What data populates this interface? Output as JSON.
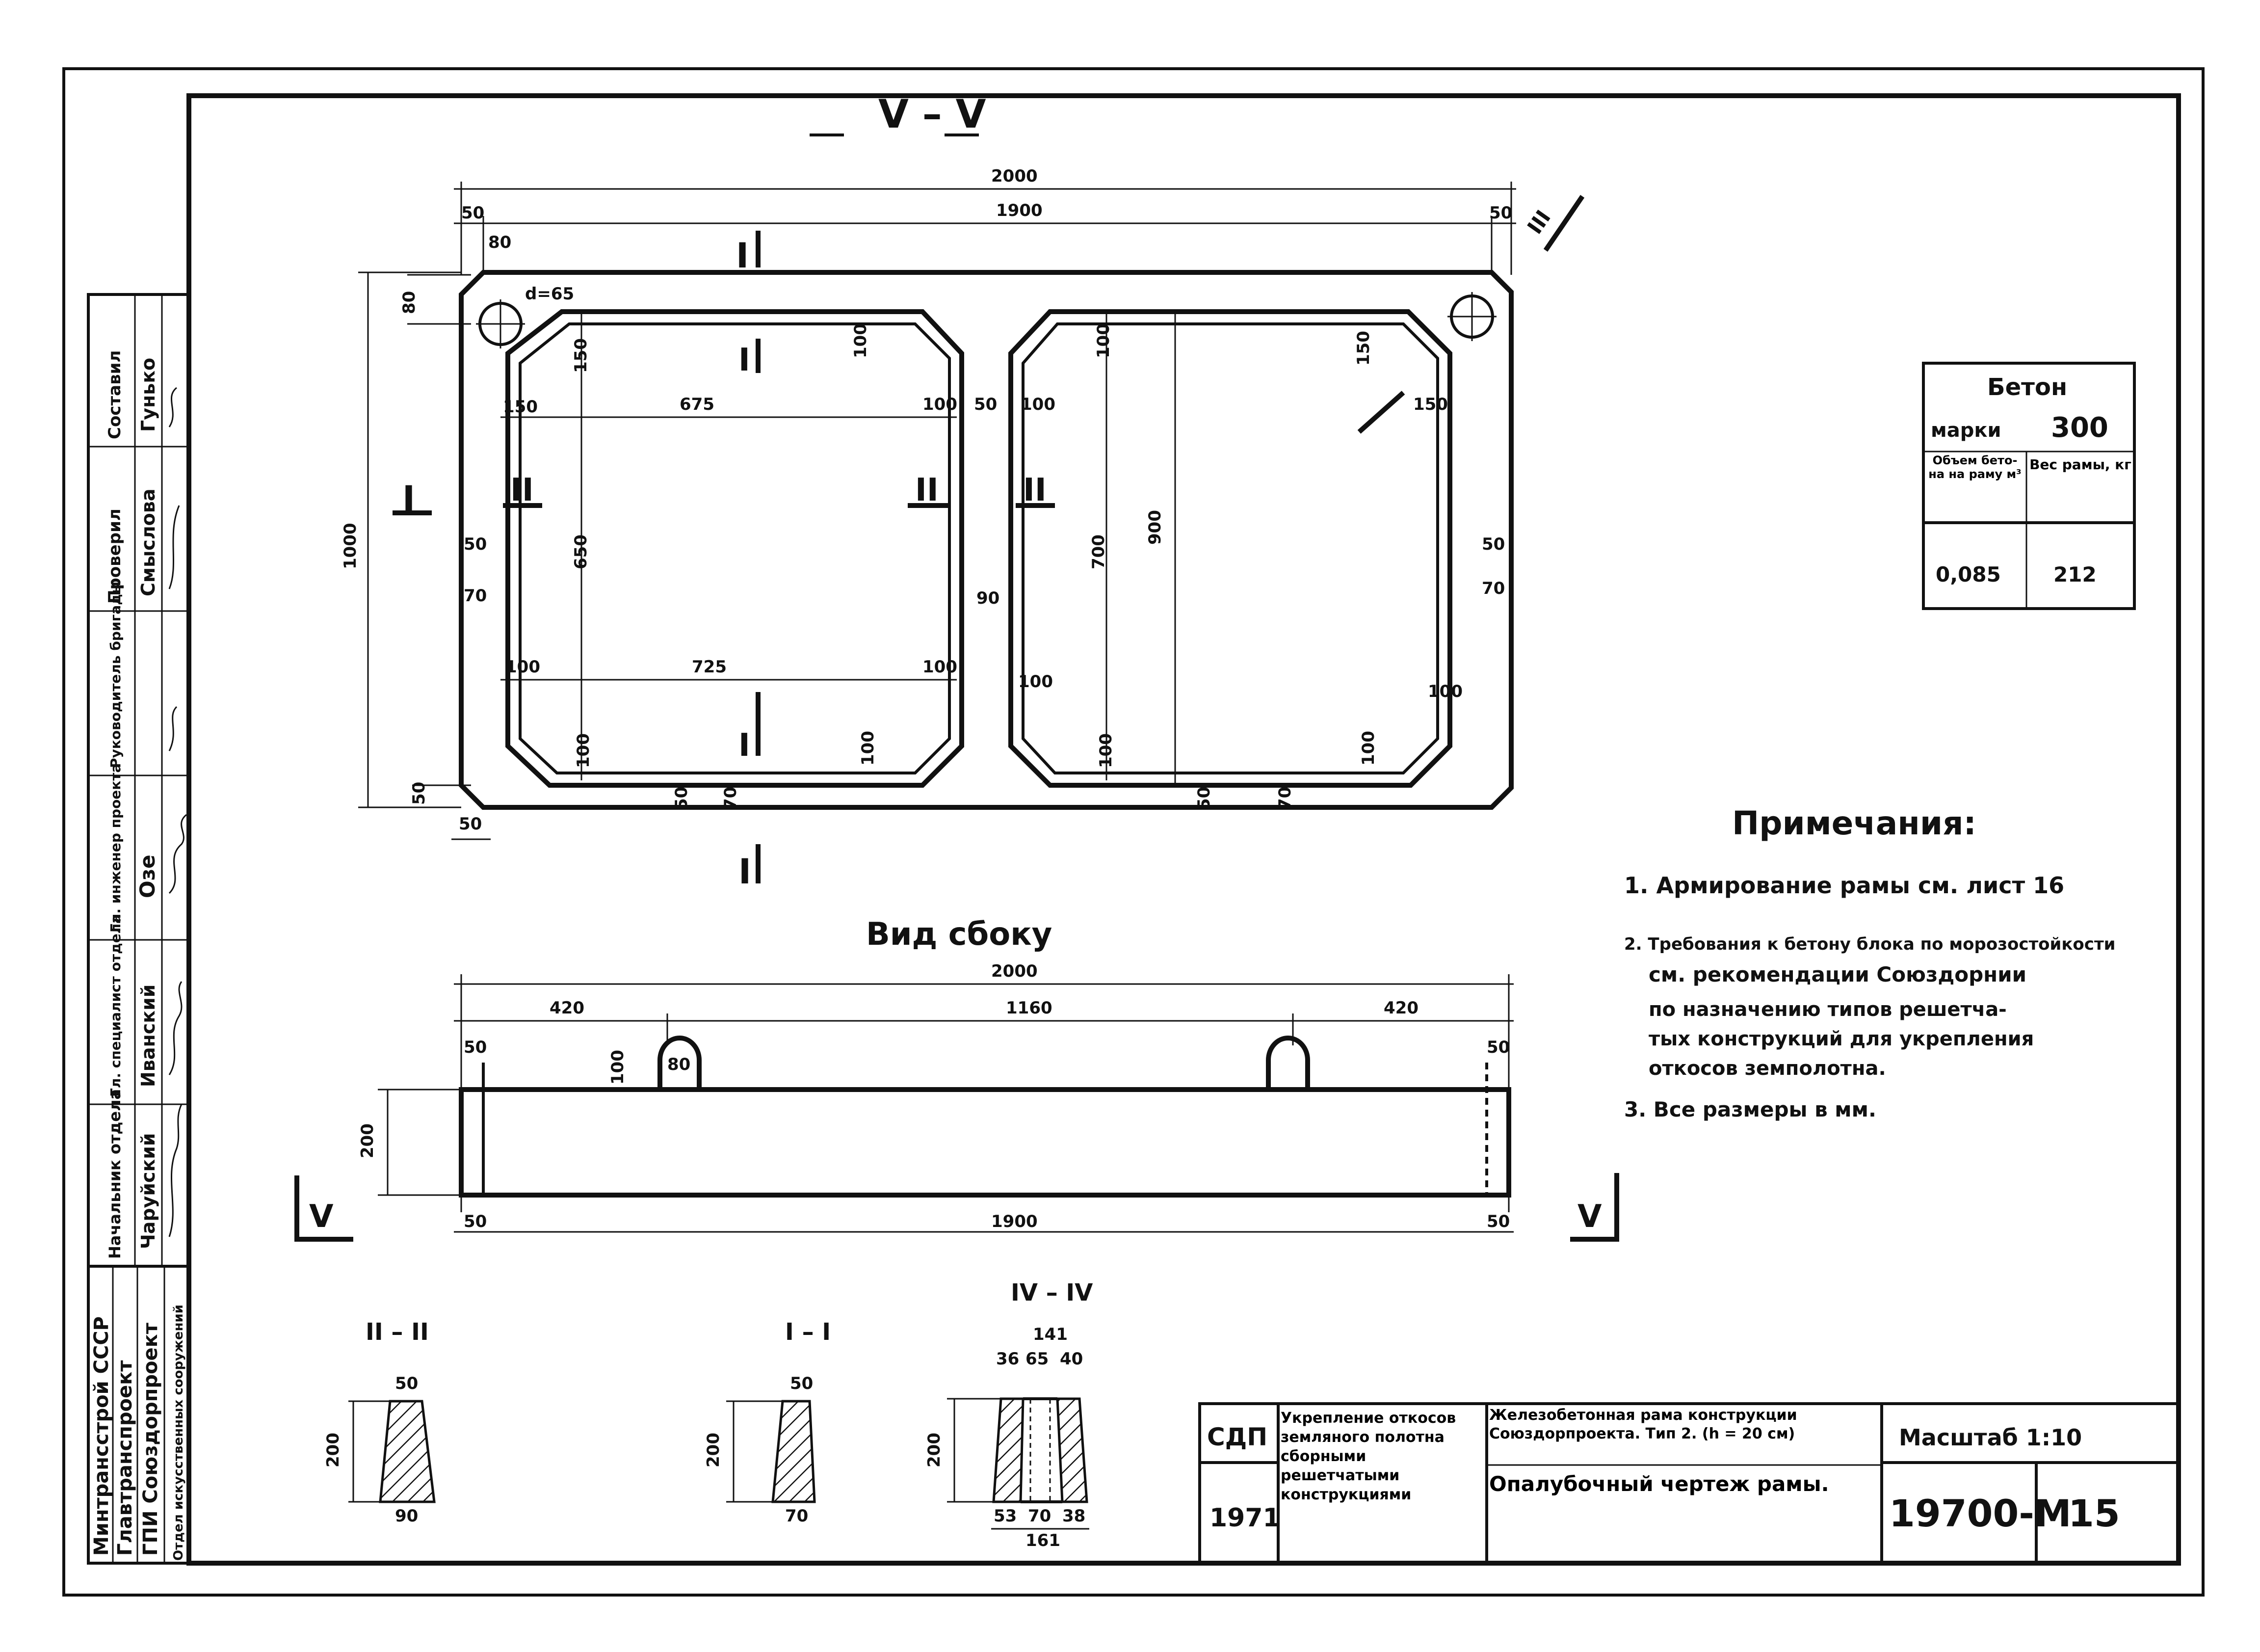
{
  "title_section": "V – V",
  "sections": {
    "I": "I",
    "II": "II",
    "V": "V",
    "s1": "II – II",
    "s2": "I – I",
    "s3": "IV – IV",
    "s4": "III"
  },
  "plan_dims": {
    "overall_w": "2000",
    "inner_w": "1900",
    "edge_l": "50",
    "edge_r": "50",
    "hole_off": "80",
    "hole_y": "80",
    "hole_d": "d=65",
    "h_overall": "1000",
    "c150a": "150",
    "c150b": "150",
    "w675": "675",
    "c100a": "100",
    "c100b": "100",
    "gap50": "50",
    "c100c": "100",
    "c100d": "100",
    "c150c": "150",
    "c150d": "150",
    "h650": "650",
    "h700": "700",
    "h900": "900",
    "l50": "50",
    "l70": "70",
    "r50": "50",
    "r70": "70",
    "m90": "90",
    "c100e": "100",
    "w725": "725",
    "c100f": "100",
    "c100g": "100",
    "c100h": "100",
    "b100a": "100",
    "b100b": "100",
    "b100c": "100",
    "b100d": "100",
    "b50a": "50",
    "b70a": "70",
    "b50b": "50",
    "b70b": "70",
    "corner50a": "50",
    "corner50b": "50"
  },
  "side_view": {
    "label": "Вид сбоку",
    "overall": "2000",
    "d420a": "420",
    "d1160": "1160",
    "d420b": "420",
    "e50a": "50",
    "e50b": "50",
    "h100": "100",
    "w80": "80",
    "h200": "200",
    "b50": "50",
    "b1900": "1900",
    "b50b": "50"
  },
  "profiles": {
    "p1": {
      "top": "50",
      "h": "200",
      "bot": "90"
    },
    "p2": {
      "top": "50",
      "h": "200",
      "bot": "70"
    },
    "p3": {
      "top": "141",
      "t1": "36",
      "t2": "65",
      "t3": "40",
      "h": "200",
      "b1": "53",
      "b2": "70",
      "b3": "38",
      "bot": "161"
    }
  },
  "concrete_table": {
    "title": "Бетон",
    "grade_label": "марки",
    "grade": "300",
    "col1": "Объем бето-на на раму м³",
    "col2": "Вес рамы, кг",
    "v1": "0,085",
    "v2": "212"
  },
  "notes": {
    "title": "Примечания:",
    "n1": "1. Армирование рамы см. лист 16",
    "n2a": "2. Требования к бетону блока по морозостойкости",
    "n2b": "см. рекомендации Союздорнии",
    "n2c": "по назначению типов решетча-",
    "n2d": "тых конструкций для укрепления",
    "n2e": "откосов земполотна.",
    "n3": "3. Все размеры в мм."
  },
  "stamp_side": {
    "org1": "Минтрансстрой СССР",
    "org2": "Главтранспроект",
    "org3": "ГПИ Союздорпроект",
    "org4": "Отдел искусственных сооружений",
    "roles": [
      {
        "role": "Начальник отдела",
        "name": "Чаруйский"
      },
      {
        "role": "Гл. специалист отдела",
        "name": "Иванский"
      },
      {
        "role": "Гл. инженер проекта",
        "name": "Озе"
      },
      {
        "role": "Руководитель бригады",
        "name": ""
      },
      {
        "role": "Проверил",
        "name": "Смыслова"
      },
      {
        "role": "Составил",
        "name": "Гунько"
      }
    ]
  },
  "stamp": {
    "code": "СДП",
    "year": "1971",
    "work_title": "Укрепление откосов земляного полотна сборными решетчатыми конструкциями",
    "object": "Железобетонная рама конструкции Союздорпроекта. Тип 2. (h = 20 см)",
    "sheet_title": "Опалубочный чертеж рамы.",
    "scale": "Масштаб 1:10",
    "number": "19700-М",
    "sheet": "15"
  }
}
